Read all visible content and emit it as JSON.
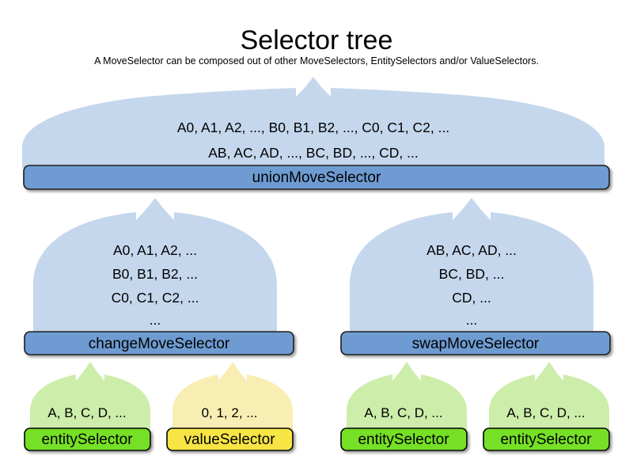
{
  "header": {
    "title": "Selector tree",
    "subtitle": "A MoveSelector can be composed out of other MoveSelectors, EntitySelectors and/or ValueSelectors."
  },
  "colors": {
    "bubble_blue_fill": "#c5d7ed",
    "bar_blue_fill": "#6e9bd1",
    "bar_blue_stroke": "#1f1f1f",
    "bubble_green_fill": "#cdedaa",
    "box_green_fill": "#76e028",
    "bubble_yellow_fill": "#f8eeb4",
    "box_yellow_fill": "#f7e545",
    "box_stroke": "#000000",
    "background": "#ffffff",
    "text": "#000000"
  },
  "nodes": {
    "union": {
      "label": "unionMoveSelector",
      "lines": [
        "A0, A1, A2, ..., B0, B1, B2, ..., C0, C1, C2, ...",
        "AB, AC, AD, ..., BC, BD, ..., CD, ..."
      ]
    },
    "change": {
      "label": "changeMoveSelector",
      "lines": [
        "A0, A1, A2, ...",
        "B0, B1, B2, ...",
        "C0, C1, C2, ...",
        "..."
      ]
    },
    "swap": {
      "label": "swapMoveSelector",
      "lines": [
        "AB, AC, AD, ...",
        "BC, BD, ...",
        "CD, ...",
        "..."
      ]
    },
    "leaves": [
      {
        "label": "entitySelector",
        "line": "A, B, C, D, ...",
        "kind": "entity"
      },
      {
        "label": "valueSelector",
        "line": "0, 1, 2, ...",
        "kind": "value"
      },
      {
        "label": "entitySelector",
        "line": "A, B, C, D, ...",
        "kind": "entity"
      },
      {
        "label": "entitySelector",
        "line": "A, B, C, D, ...",
        "kind": "entity"
      }
    ]
  }
}
